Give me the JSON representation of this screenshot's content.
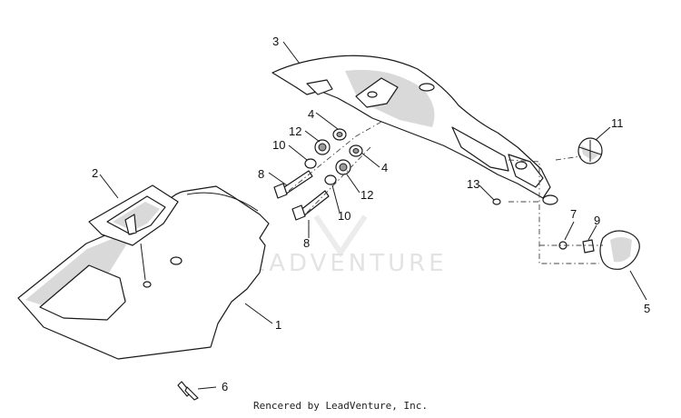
{
  "watermark": "LEADVENTURE",
  "credit": "Rencered by LeadVenture, Inc.",
  "callouts": [
    "1",
    "2",
    "3",
    "4",
    "4",
    "5",
    "6",
    "7",
    "8",
    "8",
    "9",
    "10",
    "10",
    "11",
    "12",
    "12",
    "13"
  ]
}
